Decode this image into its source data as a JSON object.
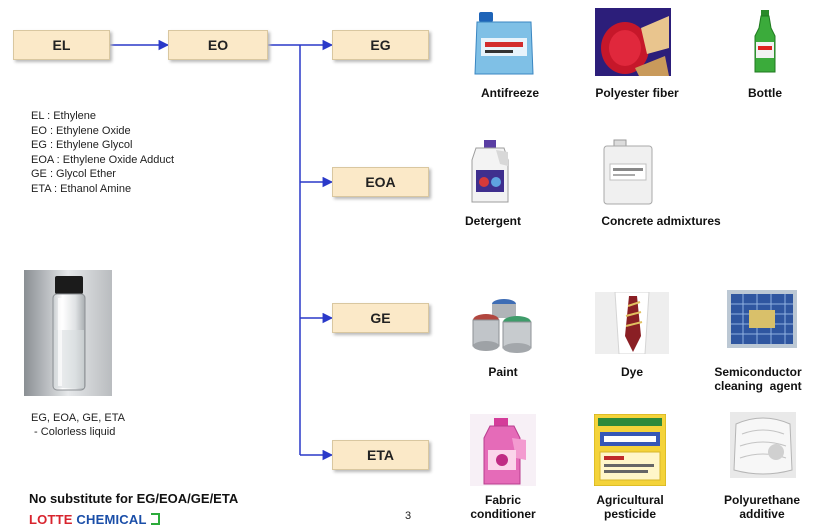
{
  "flow": {
    "el": "EL",
    "eo": "EO",
    "eg": "EG",
    "eoa": "EOA",
    "ge": "GE",
    "eta": "ETA"
  },
  "legend": [
    "EL : Ethylene",
    "EO : Ethylene  Oxide",
    "EG : Ethylene  Glycol",
    "EOA : Ethylene  Oxide  Adduct",
    "GE : Glycol  Ether",
    "ETA : Ethanol  Amine"
  ],
  "vial_note": {
    "line1": "EG, EOA, GE, ETA",
    "line2": " - Colorless liquid"
  },
  "footer": {
    "note": "No substitute for EG/EOA/GE/ETA",
    "logo_part1": "LOTTE",
    "logo_part2": " CHEMICAL",
    "page": "3"
  },
  "products": {
    "antifreeze": "Antifreeze",
    "polyester_fiber": "Polyester fiber",
    "bottle": "Bottle",
    "detergent": "Detergent",
    "concrete_admixtures": "Concrete admixtures",
    "paint": "Paint",
    "dye": "Dye",
    "semiconductor_1": "Semiconductor",
    "semiconductor_2": "cleaning  agent",
    "fabric_1": "Fabric",
    "fabric_2": "conditioner",
    "pesticide_1": "Agricultural",
    "pesticide_2": "pesticide",
    "polyurethane_1": "Polyurethane",
    "polyurethane_2": "additive"
  },
  "colors": {
    "box_fill": "#fbe9c8",
    "arrow": "#2a39c9",
    "logo_red": "#d8242e",
    "logo_blue": "#1a4ea8"
  }
}
